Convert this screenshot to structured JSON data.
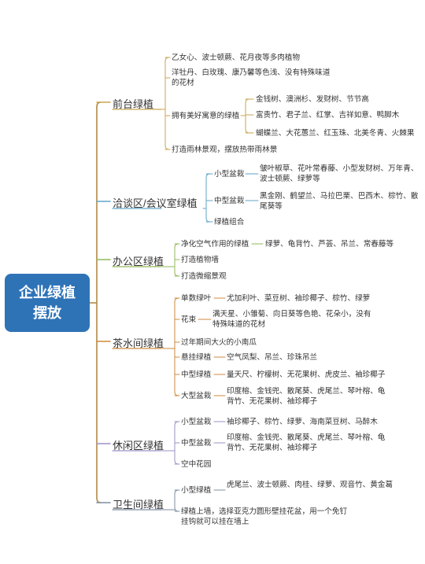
{
  "root": {
    "line1": "企业绿植",
    "line2": "摆放"
  },
  "categories": [
    {
      "name": "前台绿植",
      "items": [
        {
          "text": "乙女心、波士顿蕨、花月夜等多肉植物"
        },
        {
          "text": "洋牡丹、白玫瑰、康乃馨等色浅、没有特殊味道的花材"
        },
        {
          "text": "拥有美好寓意的绿植",
          "children": [
            "金钱树、澳洲杉、发财树、节节高",
            "富贵竹、君子兰、红掌、吉祥如意、鸭脚木",
            "蝴蝶兰、大花蕙兰、红玉珠、北美冬青、火棘果"
          ]
        },
        {
          "text": "打造雨林景观，摆放热带雨林景"
        }
      ]
    },
    {
      "name": "洽谈区/会议室绿植",
      "items": [
        {
          "text": "小型盆栽",
          "children": [
            "皱叶椒草、花叶常春藤、小型发财树、万年青、波士顿蕨、绿萝等"
          ]
        },
        {
          "text": "中型盆栽",
          "children": [
            "黑金刚、鹤望兰、马拉巴栗、巴西木、棕竹、散尾葵等"
          ]
        },
        {
          "text": "绿植组合"
        }
      ]
    },
    {
      "name": "办公区绿植",
      "items": [
        {
          "text": "净化空气作用的绿植",
          "children": [
            "绿萝、龟背竹、芦荟、吊兰、常春藤等"
          ]
        },
        {
          "text": "打造植物墙"
        },
        {
          "text": "打造微缩景观"
        }
      ]
    },
    {
      "name": "茶水间绿植",
      "items": [
        {
          "text": "单数绿叶",
          "children": [
            "尤加利叶、菜豆树、袖珍椰子、棕竹、绿萝"
          ]
        },
        {
          "text": "花束",
          "children": [
            "满天星、小雏菊、向日葵等色艳、花朵小，没有特殊味道的花材"
          ]
        },
        {
          "text": "过年期间大火的小南瓜"
        },
        {
          "text": "悬挂绿植",
          "children": [
            "空气凤梨、吊兰、珍珠吊兰"
          ]
        },
        {
          "text": "中型绿植",
          "children": [
            "量天尺、柠檬树、无花果树、虎皮兰、袖珍椰子"
          ]
        },
        {
          "text": "大型盆栽",
          "children": [
            "印度榕、金钱兜、散尾葵、虎尾兰、琴叶榕、龟背竹、无花果树、袖珍椰子"
          ]
        }
      ]
    },
    {
      "name": "休闲区绿植",
      "items": [
        {
          "text": "小型盆栽",
          "children": [
            "袖珍椰子、棕竹、绿萝、海南菜豆树、马醉木"
          ]
        },
        {
          "text": "中型盆栽",
          "children": [
            "印度榕、金钱兜、散尾葵、虎尾兰、琴叶榕、龟背竹、无花果树、袖珍椰子"
          ]
        },
        {
          "text": "空中花园"
        }
      ]
    },
    {
      "name": "卫生间绿植",
      "items": [
        {
          "text": "小型绿植",
          "children": [
            "虎尾兰、波士顿蕨、肉桂、绿萝、观音竹、黄金葛"
          ]
        },
        {
          "text": "绿植上墙，选择亚克力圆形壁挂花盆，用一个免钉挂钩就可以挂在墙上"
        }
      ]
    }
  ],
  "colors": {
    "root_fill": "#2f73b7",
    "branches": [
      "#c8a652",
      "#5fa6c6",
      "#93b85a",
      "#cf8a3c",
      "#9a92c6",
      "#7f8fa3"
    ]
  }
}
